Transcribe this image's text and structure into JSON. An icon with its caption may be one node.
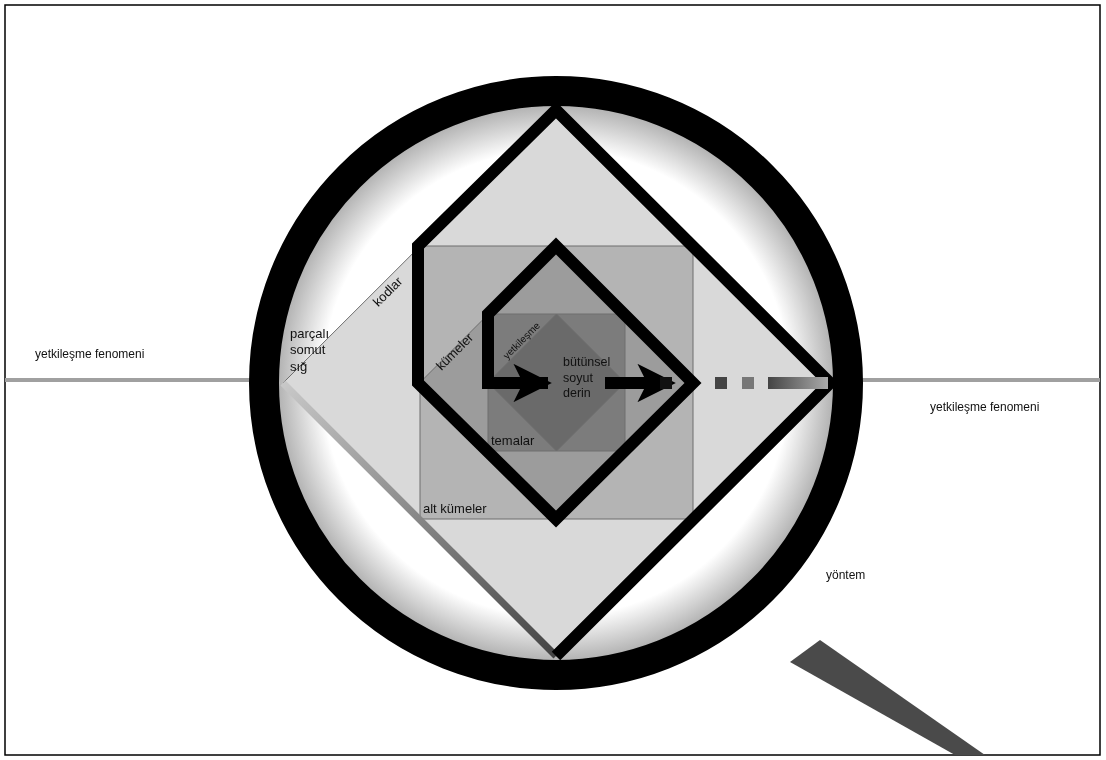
{
  "diagram": {
    "nodes": [
      {
        "text": [
          "kodlar",
          "parçalı somut sığ"
        ]
      },
      {
        "text": [
          "alt kümeler"
        ],
        "in": 0
      },
      {
        "text": [
          "kümeler"
        ],
        "in": 1
      },
      {
        "text": [
          "temalar"
        ],
        "in": 2
      },
      {
        "text": [
          "yetkileşme",
          "bütünsel soyut derin"
        ],
        "in": 3
      }
    ],
    "labels": [
      "yetkileşme fenomeni",
      "yetkileşme fenomeni",
      "yöntem"
    ]
  }
}
